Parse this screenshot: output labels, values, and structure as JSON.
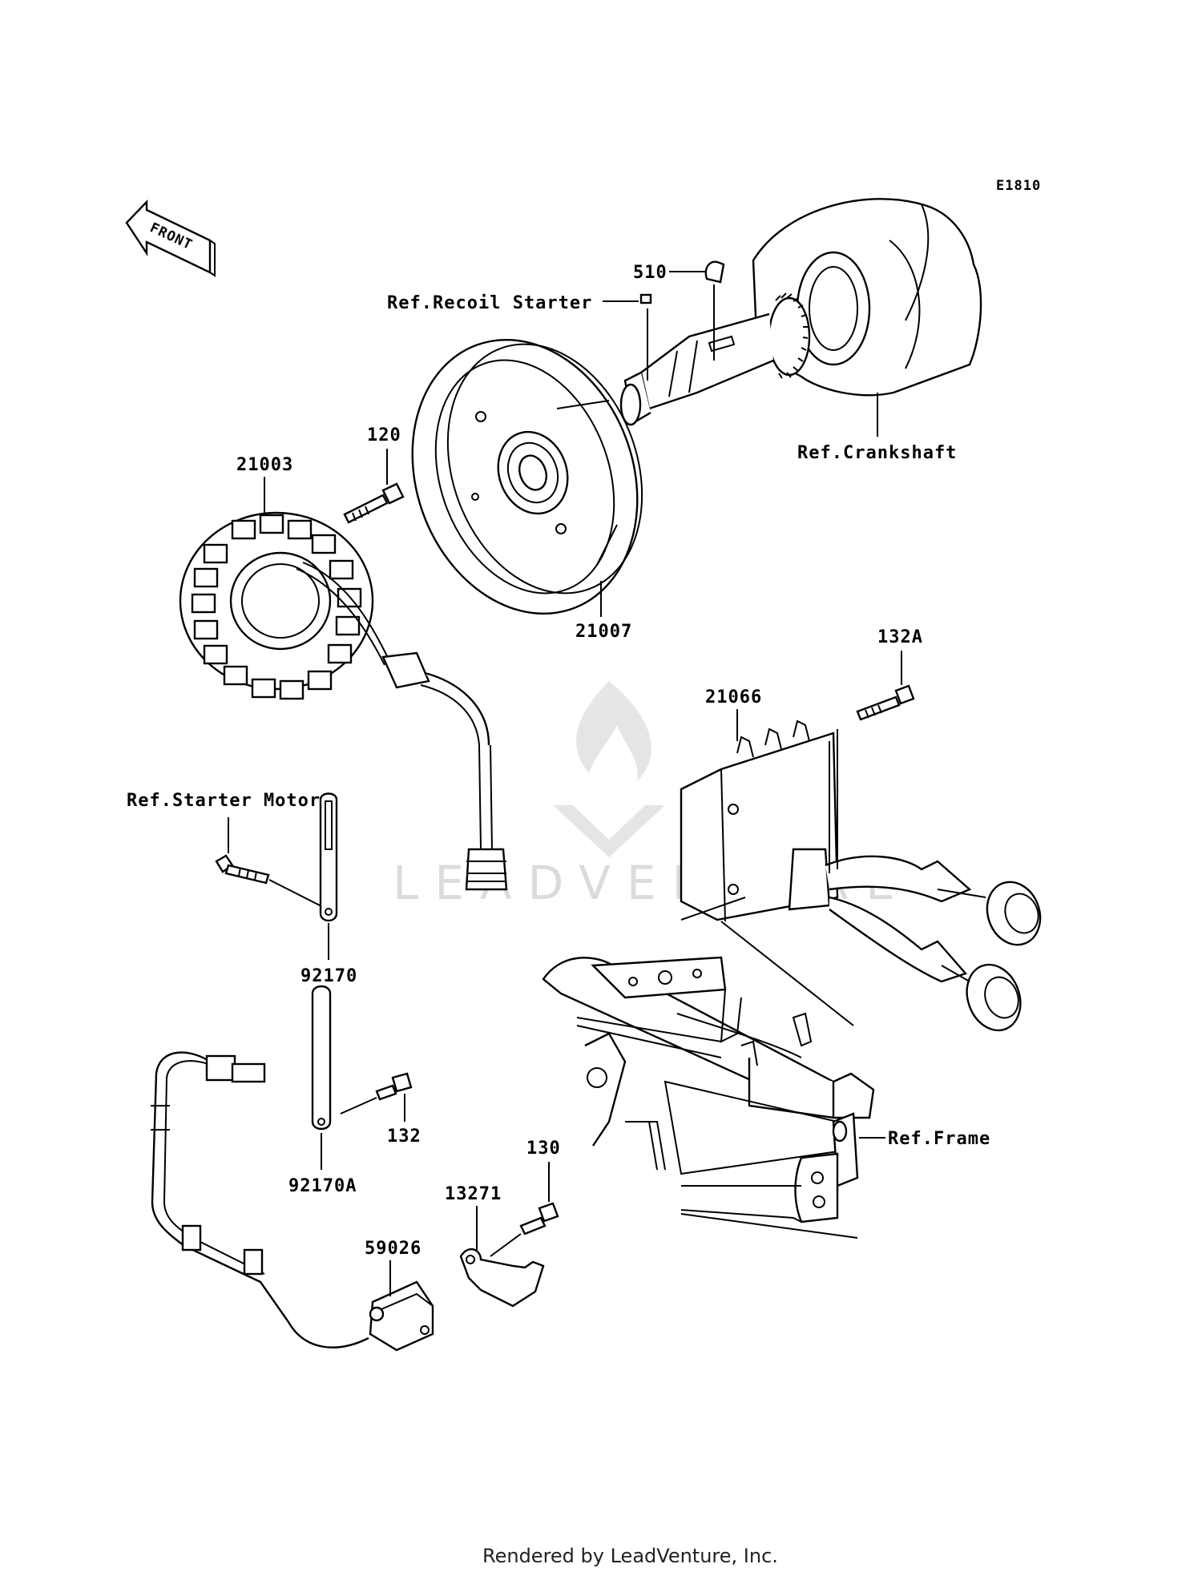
{
  "diagram_code": "E1810",
  "front_arrow_text": "FRONT",
  "watermark": "LEADVENTURE",
  "footer": "Rendered by LeadVenture, Inc.",
  "callouts": {
    "p510": "510",
    "ref_recoil_starter": "Ref.Recoil Starter",
    "ref_crankshaft": "Ref.Crankshaft",
    "p120": "120",
    "p21003": "21003",
    "p21007": "21007",
    "p132A": "132A",
    "p21066": "21066",
    "ref_starter_motor": "Ref.Starter Motor",
    "p92170": "92170",
    "p132": "132",
    "p92170A": "92170A",
    "p130": "130",
    "p13271": "13271",
    "p59026": "59026",
    "ref_frame": "Ref.Frame"
  }
}
